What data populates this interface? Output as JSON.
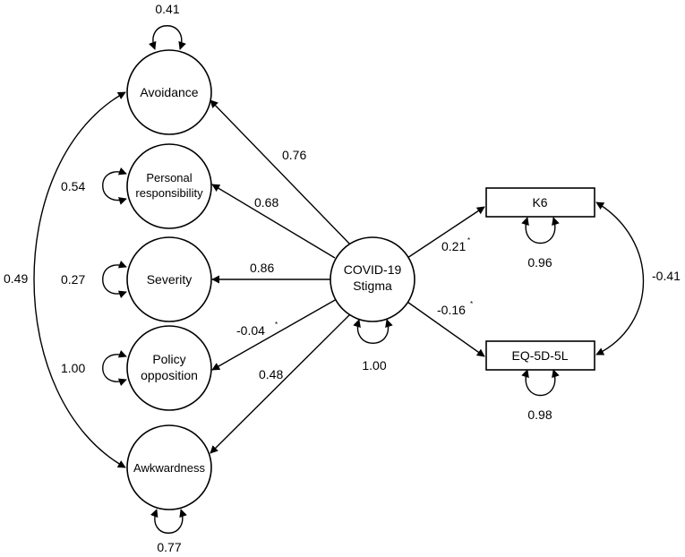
{
  "nodes": {
    "avoidance": "Avoidance",
    "personal_responsibility": [
      "Personal",
      "responsibility"
    ],
    "severity": "Severity",
    "policy_opposition": [
      "Policy",
      "opposition"
    ],
    "awkwardness": "Awkwardness",
    "covid_stigma": [
      "COVID-19",
      "Stigma"
    ],
    "k6": "K6",
    "eq5d5l": "EQ-5D-5L"
  },
  "paths": {
    "to_avoidance": "0.76",
    "to_personal_responsibility": "0.68",
    "to_severity": "0.86",
    "to_policy_opposition": "-0.04",
    "to_policy_opposition_mark": "*",
    "to_awkwardness": "0.48",
    "to_k6": "0.21",
    "to_k6_mark": "*",
    "to_eq5d5l": "-0.16",
    "to_eq5d5l_mark": "*"
  },
  "residuals": {
    "avoidance": "0.41",
    "personal_responsibility": "0.54",
    "severity": "0.27",
    "policy_opposition": "1.00",
    "awkwardness": "0.77",
    "covid_stigma": "1.00",
    "k6": "0.96",
    "eq5d5l": "0.98"
  },
  "covariances": {
    "avoidance_awkwardness": "0.49",
    "k6_eq5d5l": "-0.41"
  }
}
